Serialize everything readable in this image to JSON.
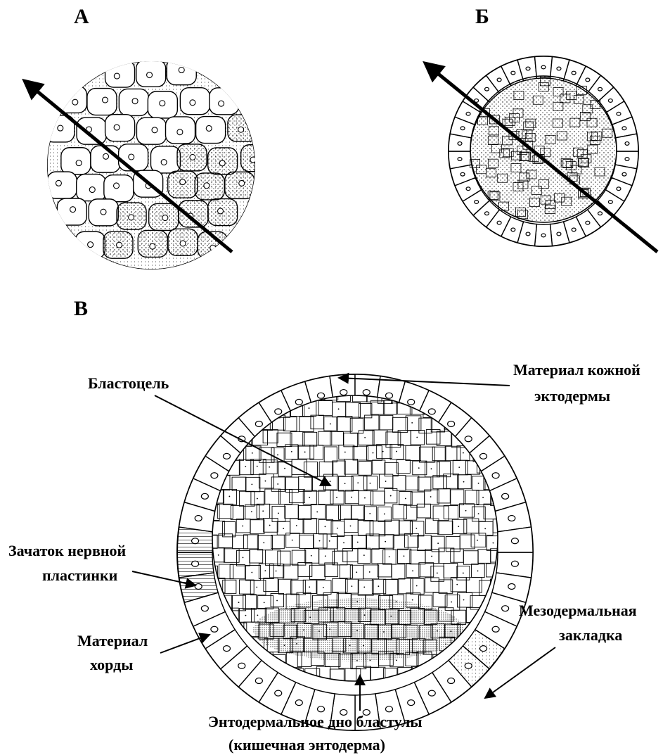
{
  "panels": {
    "a": {
      "letter": "А"
    },
    "b": {
      "letter": "Б"
    },
    "v": {
      "letter": "В"
    }
  },
  "callouts": {
    "blastocoel": "Бластоцель",
    "skin_ectoderm": {
      "line1": "Материал кожной",
      "line2": "эктодермы"
    },
    "neural_plate": {
      "line1": "Зачаток нервной",
      "line2": "пластинки"
    },
    "notochord": {
      "line1": "Материал",
      "line2": "хорды"
    },
    "mesoderm": {
      "line1": "Мезодермальная",
      "line2": "закладка"
    },
    "endoderm_floor": {
      "line1": "Энтодермальное дно бластулы",
      "line2": "(кишечная энтодерма)"
    }
  }
}
